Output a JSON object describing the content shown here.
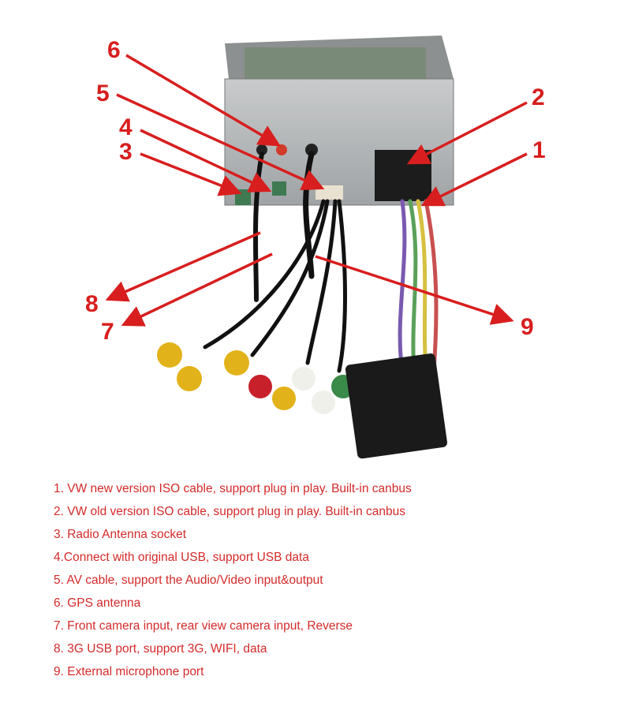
{
  "callouts": [
    {
      "number": "1"
    },
    {
      "number": "2"
    },
    {
      "number": "3"
    },
    {
      "number": "4"
    },
    {
      "number": "5"
    },
    {
      "number": "6"
    },
    {
      "number": "7"
    },
    {
      "number": "8"
    },
    {
      "number": "9"
    }
  ],
  "legend": [
    "1. VW new version ISO cable, support plug in play. Built-in canbus",
    "2. VW old version ISO cable, support plug in play. Built-in canbus",
    "3. Radio Antenna socket",
    "4.Connect with original USB, support USB data",
    "5. AV cable, support the Audio/Video input&output",
    "6. GPS antenna",
    "7. Front camera input, rear view camera input, Reverse",
    "8. 3G USB port, support 3G, WIFI, data",
    "9. External microphone port"
  ],
  "colors": {
    "accent": "#d81e1e",
    "text": "#d42a2a"
  }
}
